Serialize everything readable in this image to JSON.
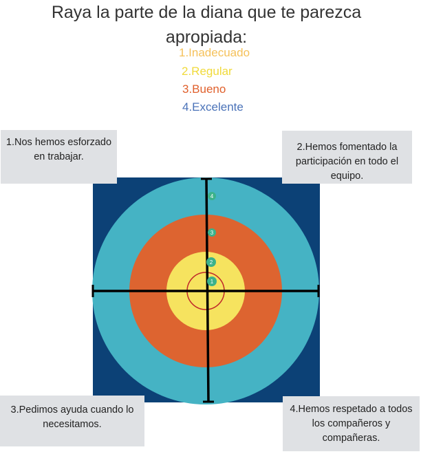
{
  "title": "Raya la parte de la diana que te parezca apropiada:",
  "legend": [
    {
      "label": "1.Inadecuado",
      "color": "#f5c15a"
    },
    {
      "label": "2.Regular",
      "color": "#f0da3a"
    },
    {
      "label": "3.Bueno",
      "color": "#e0602c"
    },
    {
      "label": "4.Excelente",
      "color": "#4a72b8"
    }
  ],
  "notes": {
    "top_left": "1.Nos hemos esforzado en trabajar.",
    "top_right": "2.Hemos fomentado la participación en todo el equipo.",
    "bottom_left": "3.Pedimos ayuda cuando lo necesitamos.",
    "bottom_right": "4.Hemos respetado a todos los compañeros y compañeras."
  },
  "target": {
    "colors": {
      "background": "#0c4176",
      "outer_ring": "#45b3c4",
      "middle_ring": "#dd6430",
      "inner_ring": "#f6e35f",
      "bullseye_stroke": "#c0282a",
      "badge": "#3bb28a"
    },
    "badges": [
      "4",
      "3",
      "2",
      "1"
    ]
  }
}
